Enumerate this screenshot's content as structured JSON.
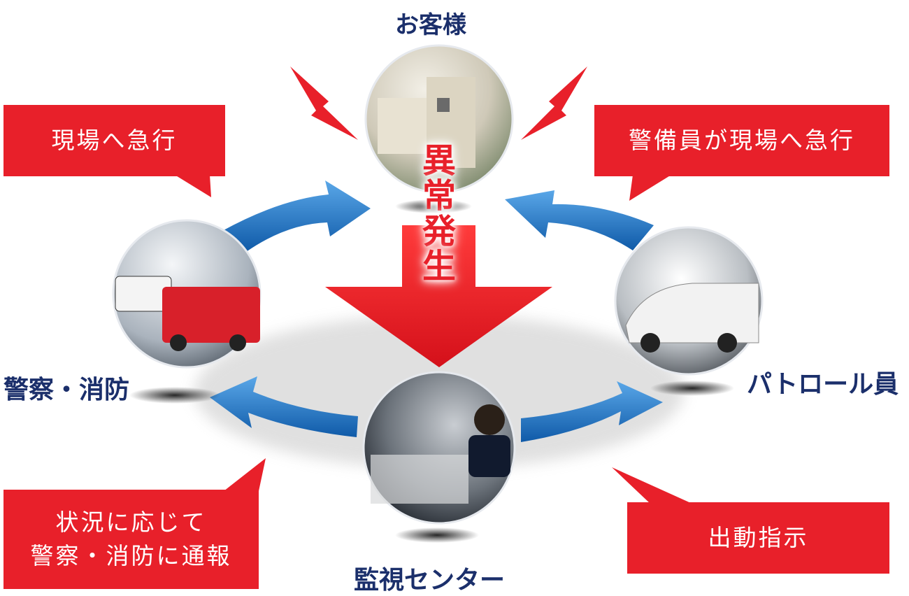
{
  "nodes": {
    "customer": "お客様",
    "police_fire": "警察・消防",
    "patrol": "パトロール員",
    "monitoring_center": "監視センター"
  },
  "center_alert": [
    "異",
    "常",
    "発",
    "生"
  ],
  "callouts": {
    "rush_to_site": "現場へ急行",
    "guard_rush": "警備員が現場へ急行",
    "report_line1": "状況に応じて",
    "report_line2": "警察・消防に通報",
    "dispatch": "出動指示"
  },
  "colors": {
    "accent_red": "#e8202a",
    "label_navy": "#1b2f6b",
    "arrow_blue": "#1f6fc0"
  }
}
